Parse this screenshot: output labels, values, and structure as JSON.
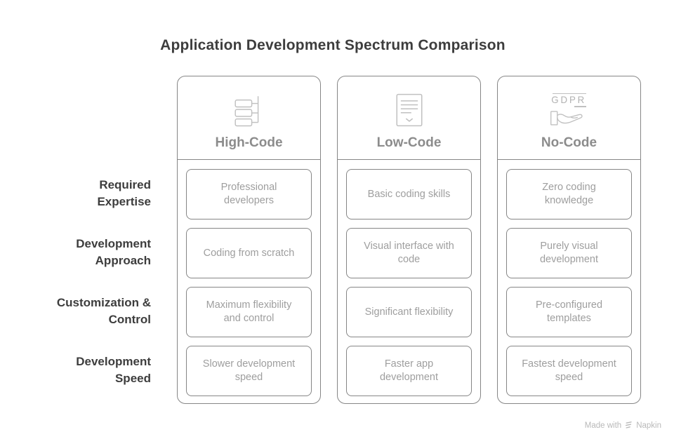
{
  "title": "Application Development Spectrum Comparison",
  "row_labels": [
    {
      "text": "Required\nExpertise"
    },
    {
      "text": "Development\nApproach"
    },
    {
      "text": "Customization &\nControl"
    },
    {
      "text": "Development\nSpeed"
    }
  ],
  "columns": [
    {
      "title": "High-Code",
      "icon": "tree-structure-icon",
      "cells": [
        "Professional\ndevelopers",
        "Coding from scratch",
        "Maximum flexibility\nand control",
        "Slower development\nspeed"
      ]
    },
    {
      "title": "Low-Code",
      "icon": "document-form-icon",
      "cells": [
        "Basic coding skills",
        "Visual interface with\ncode",
        "Significant flexibility",
        "Faster app\ndevelopment"
      ]
    },
    {
      "title": "No-Code",
      "icon": "gdpr-hand-icon",
      "icon_label": "GDPR",
      "cells": [
        "Zero coding\nknowledge",
        "Purely visual\ndevelopment",
        "Pre-configured\ntemplates",
        "Fastest development\nspeed"
      ]
    }
  ],
  "footer": {
    "prefix": "Made with",
    "brand": "Napkin"
  },
  "colors": {
    "title_text": "#3d3d3d",
    "row_label_text": "#3d3d3d",
    "column_title_text": "#8c8c8c",
    "cell_text": "#9e9e9e",
    "border": "#868686",
    "icon_stroke": "#c0c0c0",
    "footer_text": "#b9b9b9",
    "background": "#ffffff"
  }
}
